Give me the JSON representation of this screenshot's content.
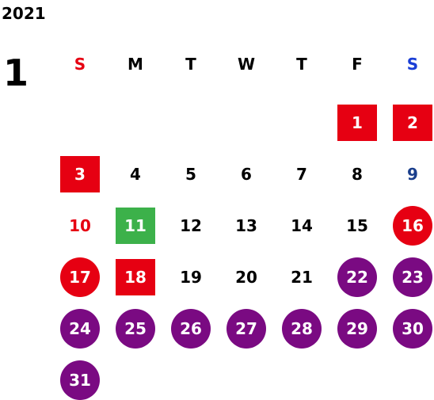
{
  "calendar": {
    "year": "2021",
    "month": "1",
    "weekdays": [
      {
        "label": "S",
        "color": "#e60012"
      },
      {
        "label": "M",
        "color": "#000000"
      },
      {
        "label": "T",
        "color": "#000000"
      },
      {
        "label": "W",
        "color": "#000000"
      },
      {
        "label": "T",
        "color": "#000000"
      },
      {
        "label": "F",
        "color": "#000000"
      },
      {
        "label": "S",
        "color": "#1a3ed6"
      }
    ],
    "colors": {
      "holiday_red": "#e60012",
      "green": "#3cb14a",
      "purple": "#7a0a82",
      "saturday_blue": "#1a3e8c",
      "default": "#000000"
    },
    "days": [
      {
        "day": "1",
        "col": 5,
        "row": 0,
        "style": "red-box"
      },
      {
        "day": "2",
        "col": 6,
        "row": 0,
        "style": "red-box"
      },
      {
        "day": "3",
        "col": 0,
        "row": 1,
        "style": "red-box"
      },
      {
        "day": "4",
        "col": 1,
        "row": 1,
        "style": "plain"
      },
      {
        "day": "5",
        "col": 2,
        "row": 1,
        "style": "plain"
      },
      {
        "day": "6",
        "col": 3,
        "row": 1,
        "style": "plain"
      },
      {
        "day": "7",
        "col": 4,
        "row": 1,
        "style": "plain"
      },
      {
        "day": "8",
        "col": 5,
        "row": 1,
        "style": "plain"
      },
      {
        "day": "9",
        "col": 6,
        "row": 1,
        "style": "blue-text"
      },
      {
        "day": "10",
        "col": 0,
        "row": 2,
        "style": "red-text"
      },
      {
        "day": "11",
        "col": 1,
        "row": 2,
        "style": "green-box"
      },
      {
        "day": "12",
        "col": 2,
        "row": 2,
        "style": "plain"
      },
      {
        "day": "13",
        "col": 3,
        "row": 2,
        "style": "plain"
      },
      {
        "day": "14",
        "col": 4,
        "row": 2,
        "style": "plain"
      },
      {
        "day": "15",
        "col": 5,
        "row": 2,
        "style": "plain"
      },
      {
        "day": "16",
        "col": 6,
        "row": 2,
        "style": "red-circle"
      },
      {
        "day": "17",
        "col": 0,
        "row": 3,
        "style": "red-circle"
      },
      {
        "day": "18",
        "col": 1,
        "row": 3,
        "style": "red-box"
      },
      {
        "day": "19",
        "col": 2,
        "row": 3,
        "style": "plain"
      },
      {
        "day": "20",
        "col": 3,
        "row": 3,
        "style": "plain"
      },
      {
        "day": "21",
        "col": 4,
        "row": 3,
        "style": "plain"
      },
      {
        "day": "22",
        "col": 5,
        "row": 3,
        "style": "purple-circle"
      },
      {
        "day": "23",
        "col": 6,
        "row": 3,
        "style": "purple-circle"
      },
      {
        "day": "24",
        "col": 0,
        "row": 4,
        "style": "purple-circle"
      },
      {
        "day": "25",
        "col": 1,
        "row": 4,
        "style": "purple-circle"
      },
      {
        "day": "26",
        "col": 2,
        "row": 4,
        "style": "purple-circle"
      },
      {
        "day": "27",
        "col": 3,
        "row": 4,
        "style": "purple-circle"
      },
      {
        "day": "28",
        "col": 4,
        "row": 4,
        "style": "purple-circle"
      },
      {
        "day": "29",
        "col": 5,
        "row": 4,
        "style": "purple-circle"
      },
      {
        "day": "30",
        "col": 6,
        "row": 4,
        "style": "purple-circle"
      },
      {
        "day": "31",
        "col": 0,
        "row": 5,
        "style": "purple-circle"
      }
    ]
  }
}
